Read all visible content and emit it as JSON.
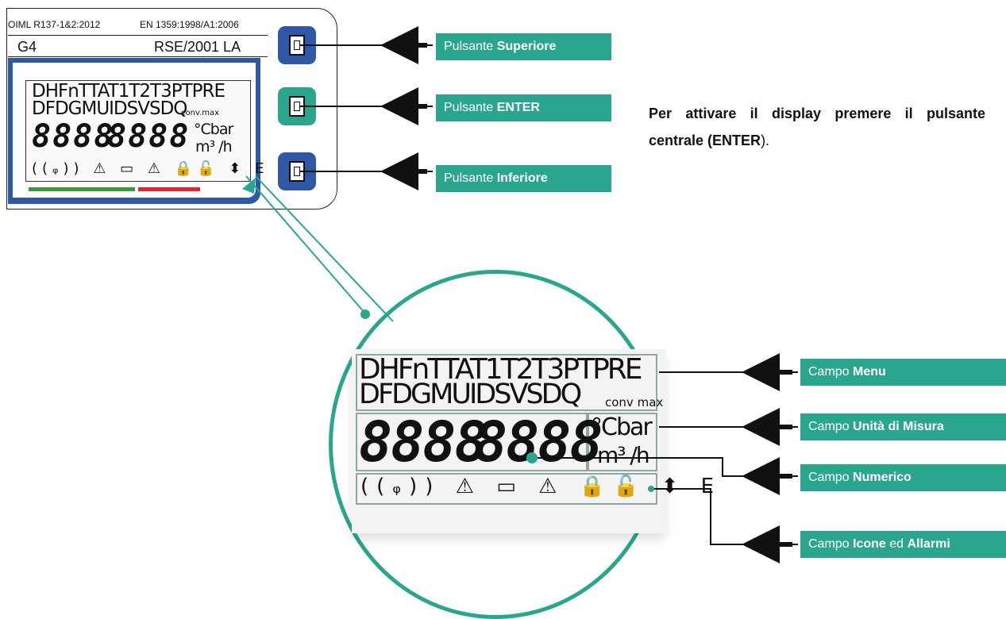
{
  "meter": {
    "standards": [
      "OIML R137-1&2:2012",
      "EN 1359:1998/A1:2006"
    ],
    "model_left": "G4",
    "model_right": "RSE/2001 LA",
    "lcd": {
      "menu_line1": "DHFnTTAT1T2T3PTPRE",
      "menu_line2": "DFDGMUIDSVSDQ",
      "menu_suffix": "conv max",
      "menu_suffix_small": "conv.max",
      "digits_a": "8888",
      "digits_b": "8888",
      "unit_line1": "°Cbar",
      "unit_line2": "m³ /h",
      "icons": "((ᵩ)) ⚠ ▭ ⚠ 🔒🔓 ⬍ E"
    }
  },
  "buttons": [
    {
      "name": "upper",
      "color": "#2f59a6"
    },
    {
      "name": "enter",
      "color": "#2ba68e"
    },
    {
      "name": "lower",
      "color": "#2f59a6"
    }
  ],
  "callouts": {
    "superiore": {
      "prefix": "Pulsante ",
      "bold": "Superiore"
    },
    "enter": {
      "prefix": "Pulsante ",
      "bold": "ENTER"
    },
    "inferiore": {
      "prefix": "Pulsante ",
      "bold": "Inferiore"
    },
    "menu": {
      "prefix": "Campo ",
      "bold": "Menu"
    },
    "unita": {
      "prefix": "Campo ",
      "bold": "Unità di  Misura"
    },
    "numerico": {
      "prefix": "Campo ",
      "bold": "Numerico"
    },
    "icone": {
      "prefix": "Campo ",
      "bold": "Icone",
      "middle": " ed ",
      "bold2": "Allarmi"
    }
  },
  "instruction": {
    "text": "Per attivare il display premere il pulsante centrale (",
    "bold": "ENTER",
    "end": ")."
  },
  "colors": {
    "accent": "#2ba68e",
    "blue": "#2f59a6",
    "stripe_green": "#3a9a3a",
    "stripe_red": "#e0242b"
  }
}
